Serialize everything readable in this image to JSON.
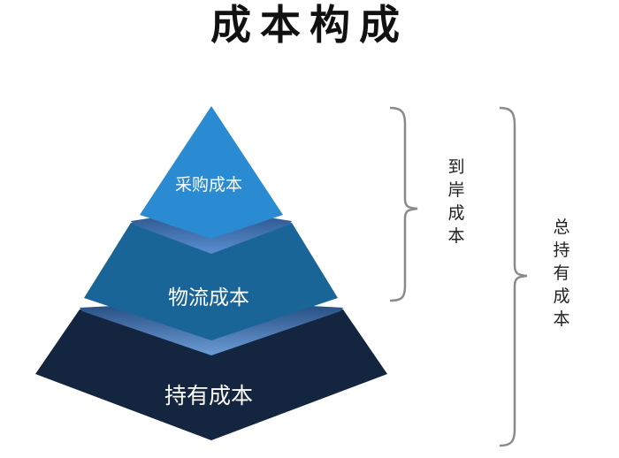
{
  "title": "成本构成",
  "pyramid": {
    "layers": [
      {
        "label": "采购成本",
        "color": "#2a8ad2"
      },
      {
        "label": "物流成本",
        "color": "#1a6598"
      },
      {
        "label": "持有成本",
        "color": "#13253f"
      }
    ],
    "shelf_colors": [
      "#2d5f9a",
      "#3a6ab0"
    ]
  },
  "brackets": [
    {
      "label": "到岸成本",
      "spans": [
        "采购成本",
        "物流成本"
      ]
    },
    {
      "label": "总持有成本",
      "spans": [
        "采购成本",
        "物流成本",
        "持有成本"
      ]
    }
  ],
  "bracket_color": "#8a8a8a"
}
